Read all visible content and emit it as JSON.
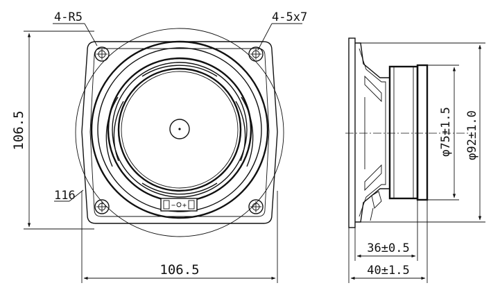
{
  "front_view": {
    "label_corner_radius": "4-R5",
    "label_holes": "4-5x7",
    "label_diameter": "116",
    "label_height": "106.5",
    "label_width": "106.5",
    "terminal_minus": "−",
    "terminal_plus": "+"
  },
  "side_view": {
    "label_magnet_dia": "φ75±1.5",
    "label_basket_dia": "φ92±1.0",
    "label_depth_inner": "36±0.5",
    "label_depth_total": "40±1.5"
  }
}
